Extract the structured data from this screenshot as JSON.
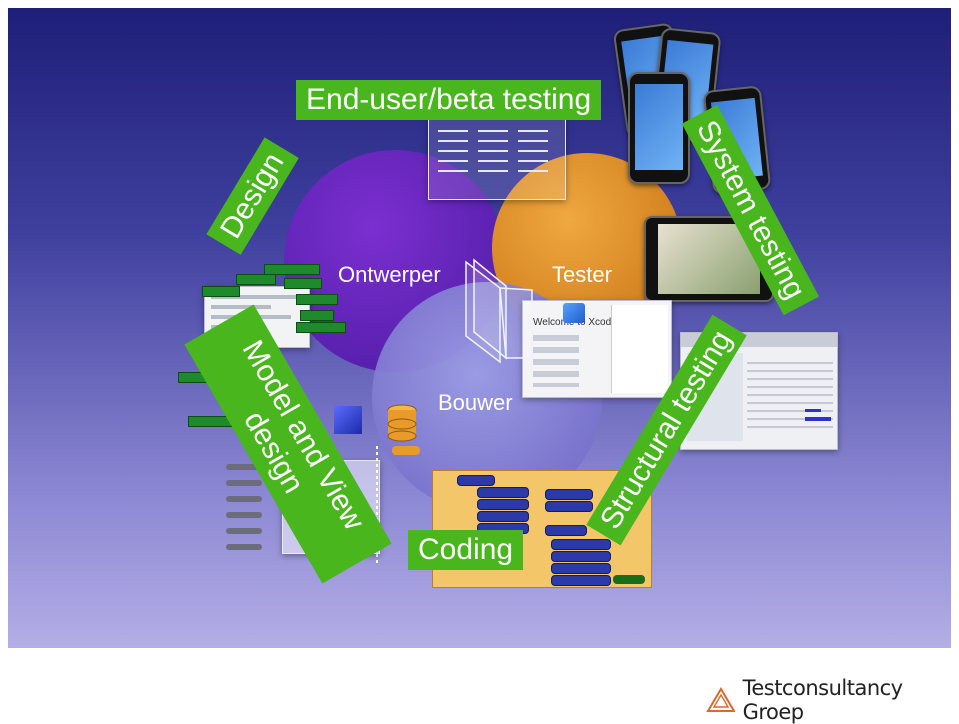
{
  "circles": {
    "ontwerper": "Ontwerper",
    "tester": "Tester",
    "bouwer": "Bouwer"
  },
  "tags": {
    "end_user": "End-user/beta testing",
    "system": "System testing",
    "structural": "Structural testing",
    "coding": "Coding",
    "model_view": "Model and View design",
    "design": "Design"
  },
  "xcode_window": {
    "title": "Welcome to Xcode"
  },
  "footer": {
    "company": "Testconsultancy Groep"
  },
  "colors": {
    "tag_green": "#48b61c",
    "ontwerper": "#6a25c0",
    "tester": "#e08f20",
    "bouwer": "#8c88dc",
    "background_top": "#1e1f78"
  }
}
